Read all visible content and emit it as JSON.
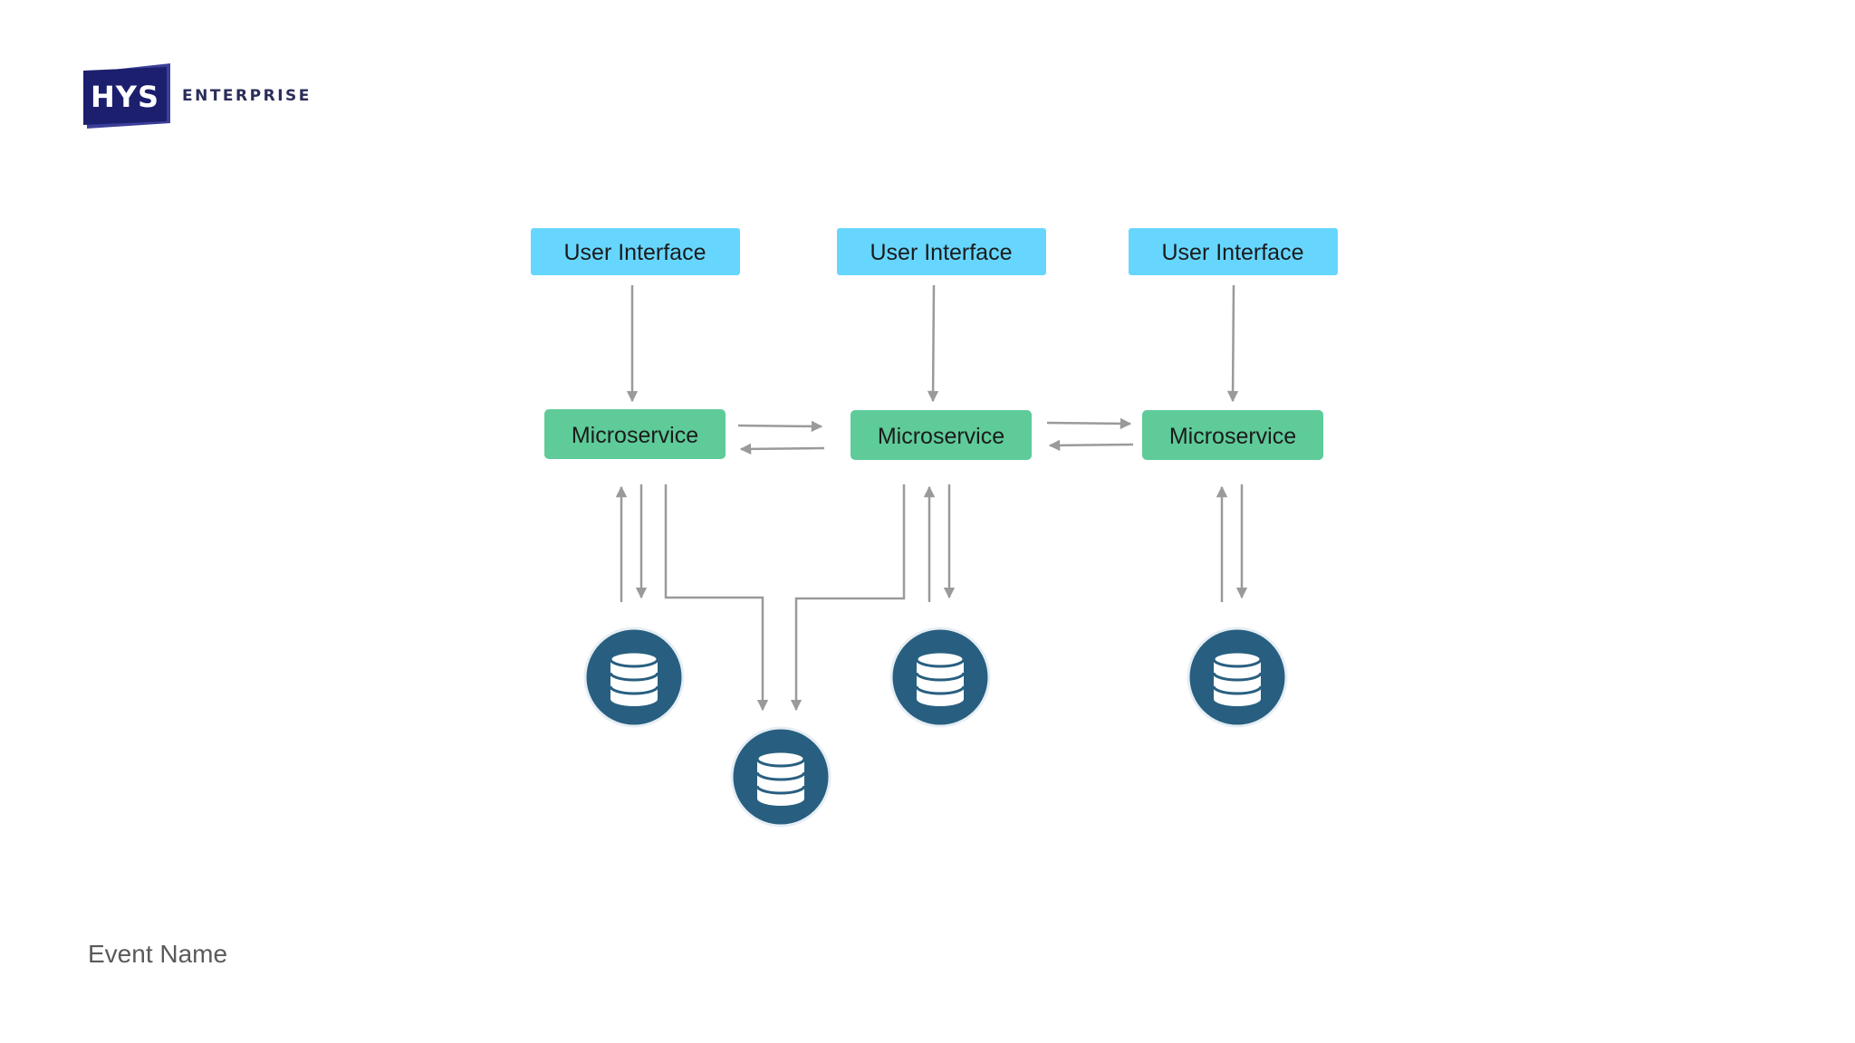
{
  "logo": {
    "mark_text": "HYS",
    "sub_text": "ENTERPRISE",
    "colors": {
      "mark": "#1c1f6e",
      "mark_shadow": "#3b3f9a",
      "sub": "#2a2d5a"
    }
  },
  "diagram": {
    "user_interfaces": [
      {
        "label": "User Interface"
      },
      {
        "label": "User Interface"
      },
      {
        "label": "User Interface"
      }
    ],
    "microservices": [
      {
        "label": "Microservice"
      },
      {
        "label": "Microservice"
      },
      {
        "label": "Microservice"
      }
    ],
    "databases": [
      {
        "icon": "database-icon"
      },
      {
        "icon": "database-icon"
      },
      {
        "icon": "database-icon"
      },
      {
        "icon": "database-icon"
      }
    ],
    "colors": {
      "ui_fill": "#66d6ff",
      "microservice_fill": "#5ecb99",
      "database_fill": "#285f80",
      "arrow": "#9a9a9a"
    }
  },
  "footer": {
    "event_name": "Event Name"
  }
}
